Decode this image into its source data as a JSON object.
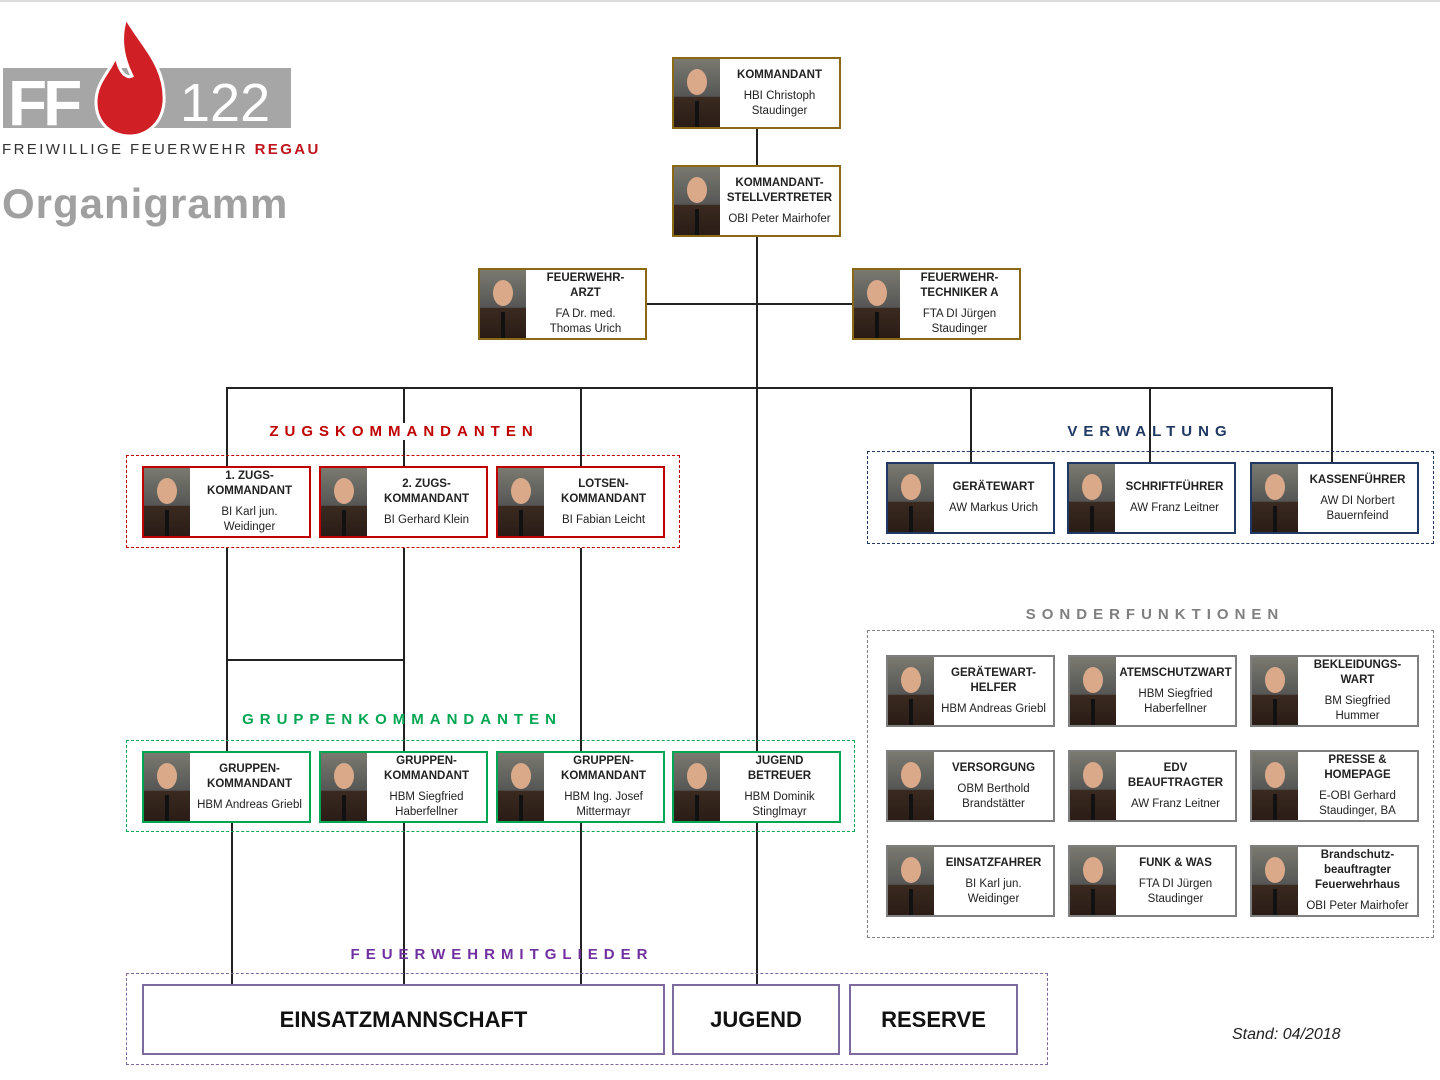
{
  "logo": {
    "ff": "FF",
    "number": "122",
    "subtitle": "FREIWILLIGE FEUERWEHR",
    "subtitle_highlight": "REGAU"
  },
  "title": "Organigramm",
  "colors": {
    "gold": "#8b6914",
    "red": "#c00000",
    "blue": "#1f3864",
    "green": "#00a651",
    "gray": "#7f7f7f",
    "purple": "#7030a0"
  },
  "sections": {
    "zugs": "ZUGSKOMMANDANTEN",
    "verwaltung": "VERWALTUNG",
    "sonder": "SONDERFUNKTIONEN",
    "gruppen": "GRUPPENKOMMANDANTEN",
    "mitglieder": "FEUERWEHRMITGLIEDER"
  },
  "leadership": [
    {
      "title": "KOMMANDANT",
      "name": "HBI Christoph\nStaudinger"
    },
    {
      "title": "KOMMANDANT-\nSTELLVERTRETER",
      "name": "OBI Peter Mairhofer"
    },
    {
      "title": "FEUERWEHR-\nARZT",
      "name": "FA Dr. med.\nThomas Urich"
    },
    {
      "title": "FEUERWEHR-\nTECHNIKER A",
      "name": "FTA DI Jürgen\nStaudinger"
    }
  ],
  "zugs": [
    {
      "title": "1. ZUGS-\nKOMMANDANT",
      "name": "BI Karl jun.\nWeidinger"
    },
    {
      "title": "2. ZUGS-\nKOMMANDANT",
      "name": "BI Gerhard Klein"
    },
    {
      "title": "LOTSEN-\nKOMMANDANT",
      "name": "BI Fabian Leicht"
    }
  ],
  "verwaltung": [
    {
      "title": "GERÄTEWART",
      "name": "AW Markus Urich"
    },
    {
      "title": "SCHRIFTFÜHRER",
      "name": "AW Franz Leitner"
    },
    {
      "title": "KASSENFÜHRER",
      "name": "AW DI Norbert\nBauernfeind"
    }
  ],
  "gruppen": [
    {
      "title": "GRUPPEN-\nKOMMANDANT",
      "name": "HBM Andreas Griebl"
    },
    {
      "title": "GRUPPEN-\nKOMMANDANT",
      "name": "HBM Siegfried\nHaberfellner"
    },
    {
      "title": "GRUPPEN-\nKOMMANDANT",
      "name": "HBM Ing. Josef\nMittermayr"
    },
    {
      "title": "JUGEND\nBETREUER",
      "name": "HBM Dominik\nStinglmayr"
    }
  ],
  "sonder": [
    {
      "title": "GERÄTEWART-\nHELFER",
      "name": "HBM Andreas Griebl"
    },
    {
      "title": "ATEMSCHUTZWART",
      "name": "HBM Siegfried\nHaberfellner"
    },
    {
      "title": "BEKLEIDUNGS-\nWART",
      "name": "BM Siegfried\nHummer"
    },
    {
      "title": "VERSORGUNG",
      "name": "OBM Berthold\nBrandstätter"
    },
    {
      "title": "EDV\nBEAUFTRAGTER",
      "name": "AW Franz Leitner"
    },
    {
      "title": "PRESSE &\nHOMEPAGE",
      "name": "E-OBI Gerhard\nStaudinger, BA"
    },
    {
      "title": "EINSATZFAHRER",
      "name": "BI Karl jun.\nWeidinger"
    },
    {
      "title": "FUNK & WAS",
      "name": "FTA DI Jürgen\nStaudinger"
    },
    {
      "title": "Brandschutz-\nbeauftragter\nFeuerwehrhaus",
      "name": "OBI Peter Mairhofer"
    }
  ],
  "mitglieder": [
    "EINSATZMANNSCHAFT",
    "JUGEND",
    "RESERVE"
  ],
  "stand": "Stand: 04/2018"
}
